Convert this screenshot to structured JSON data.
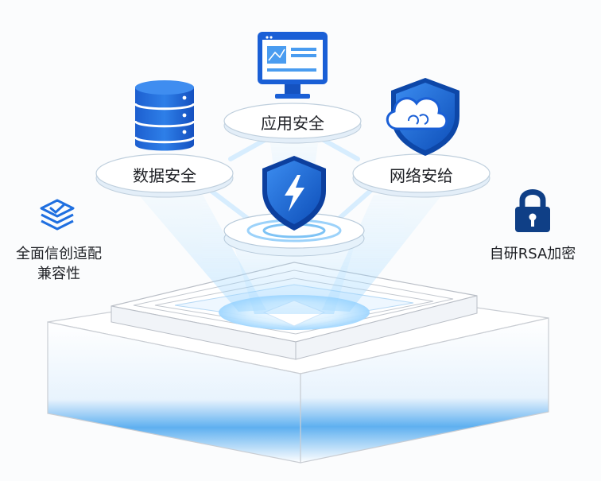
{
  "nodes": {
    "app_security": "应用安全",
    "data_security": "数据安全",
    "network_security": "网络安给"
  },
  "features": {
    "left_line1": "全面信创适配",
    "left_line2": "兼容性",
    "right": "自研RSA加密"
  },
  "icons": {
    "monitor": "monitor-icon",
    "database": "database-icon",
    "cloud_shield": "cloud-shield-icon",
    "lightning_shield": "lightning-shield-icon",
    "compatibility": "layers-check-icon",
    "lock": "padlock-icon"
  },
  "colors": {
    "primary_blue": "#1f6fe0",
    "dark_blue": "#0f4fb8",
    "light_blue": "#7ec3f5",
    "glow": "#bfe6ff",
    "text": "#1d1f24"
  }
}
